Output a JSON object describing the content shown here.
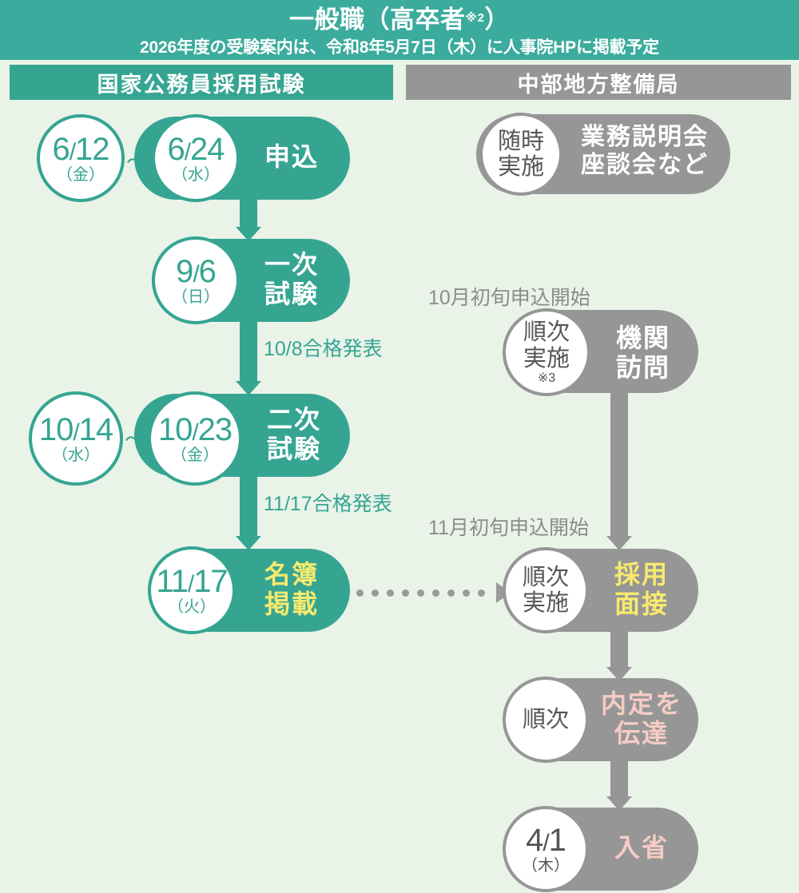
{
  "header": {
    "title": "一般職（高卒者",
    "title_sup": "※2",
    "title_close": "）",
    "subtitle": "2026年度の受験案内は、令和8年5月7日（木）に人事院HPに掲載予定"
  },
  "columns": {
    "left_label": "国家公務員採用試験",
    "right_label": "中部地方整備局"
  },
  "colors": {
    "teal": "#35a592",
    "teal_header": "#3aab9c",
    "gray": "#969696",
    "background": "#e9f3e8",
    "yellow": "#f7ea6e",
    "pink": "#f6ccc5"
  },
  "left_column": {
    "apply": {
      "date_from": "6",
      "date_from_day": "12",
      "weekday_from": "（金）",
      "range_sep": "〜",
      "date_to": "6",
      "date_to_day": "24",
      "weekday_to": "（水）",
      "label": "申込"
    },
    "edge_1": "10/8合格発表",
    "exam1": {
      "date": "9",
      "date_day": "6",
      "weekday": "（日）",
      "label": "一次\n試験"
    },
    "edge_2": "11/17合格発表",
    "exam2": {
      "date_from": "10",
      "date_from_day": "14",
      "weekday_from": "（水）",
      "range_sep": "〜",
      "date_to": "10",
      "date_to_day": "23",
      "weekday_to": "（金）",
      "label": "二次\n試験"
    },
    "roster": {
      "date": "11",
      "date_day": "17",
      "weekday": "（火）",
      "label": "名簿\n掲載"
    }
  },
  "right_column": {
    "briefing": {
      "circle_line1": "随時",
      "circle_line2": "実施",
      "label": "業務説明会\n座談会など"
    },
    "visit_note": "10月初旬申込開始",
    "visit": {
      "circle_line1": "順次",
      "circle_line2": "実施",
      "circle_note": "※3",
      "label": "機関\n訪問"
    },
    "interview_note": "11月初旬申込開始",
    "interview": {
      "circle_line1": "順次",
      "circle_line2": "実施",
      "label": "採用\n面接"
    },
    "offer": {
      "circle_line1": "順次",
      "label": "内定を\n伝達"
    },
    "entry": {
      "date": "4",
      "date_day": "1",
      "weekday": "（木）",
      "label": "入省"
    }
  }
}
